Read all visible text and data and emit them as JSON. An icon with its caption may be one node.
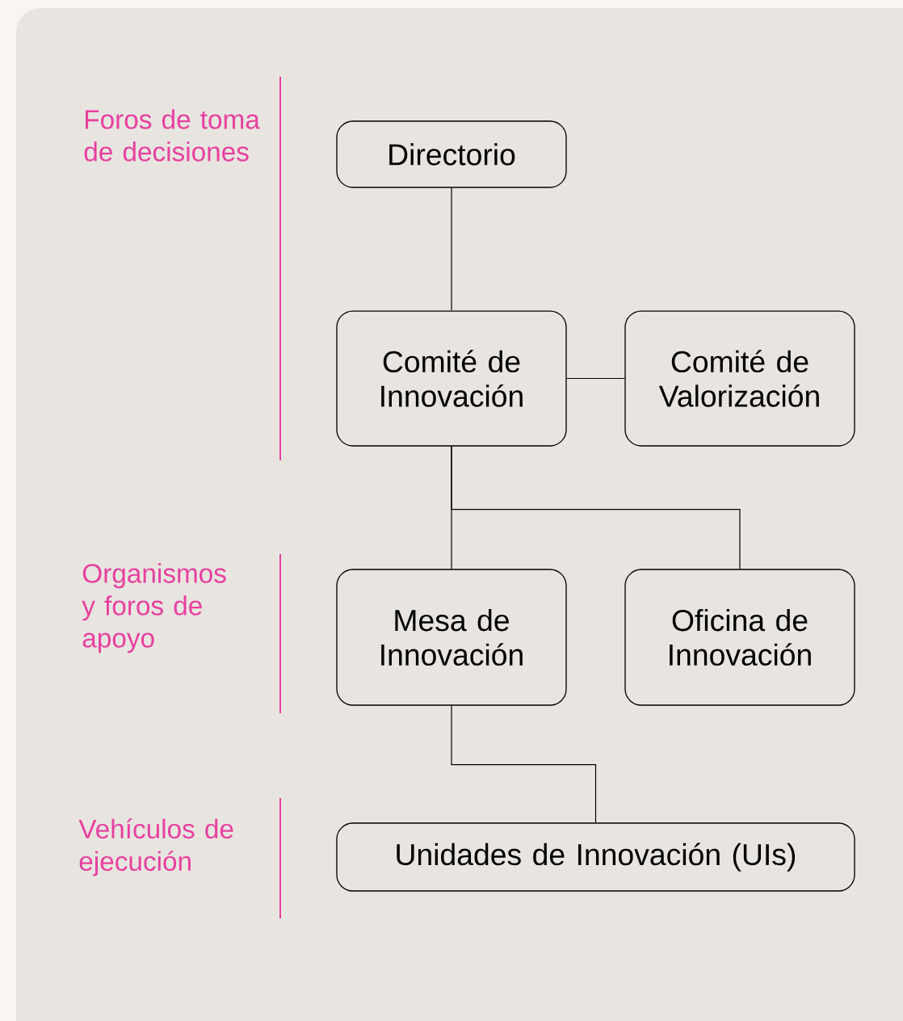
{
  "diagram": {
    "nodes": [
      {
        "text": [
          "Directorio"
        ]
      },
      {
        "text": [
          "Comité de Innovación"
        ]
      },
      {
        "text": [
          "Comité de Valorización"
        ]
      },
      {
        "text": [
          "Mesa de Innovación"
        ]
      },
      {
        "text": [
          "Oficina de Innovación"
        ]
      },
      {
        "text": [
          "Unidades de Innovación (UIs)"
        ]
      }
    ],
    "edges": [
      {
        "from": 0,
        "to": 1,
        "arrow": "none"
      },
      {
        "from": 1,
        "to": 2,
        "arrow": "none"
      },
      {
        "from": 1,
        "to": 3,
        "arrow": "none"
      },
      {
        "from": 1,
        "to": 4,
        "arrow": "none"
      },
      {
        "from": 3,
        "to": 5,
        "arrow": "none"
      }
    ],
    "labels": [
      "Foros de toma de decisiones",
      "Organismos y foros de apoyo",
      "Vehículos de ejecución"
    ]
  }
}
